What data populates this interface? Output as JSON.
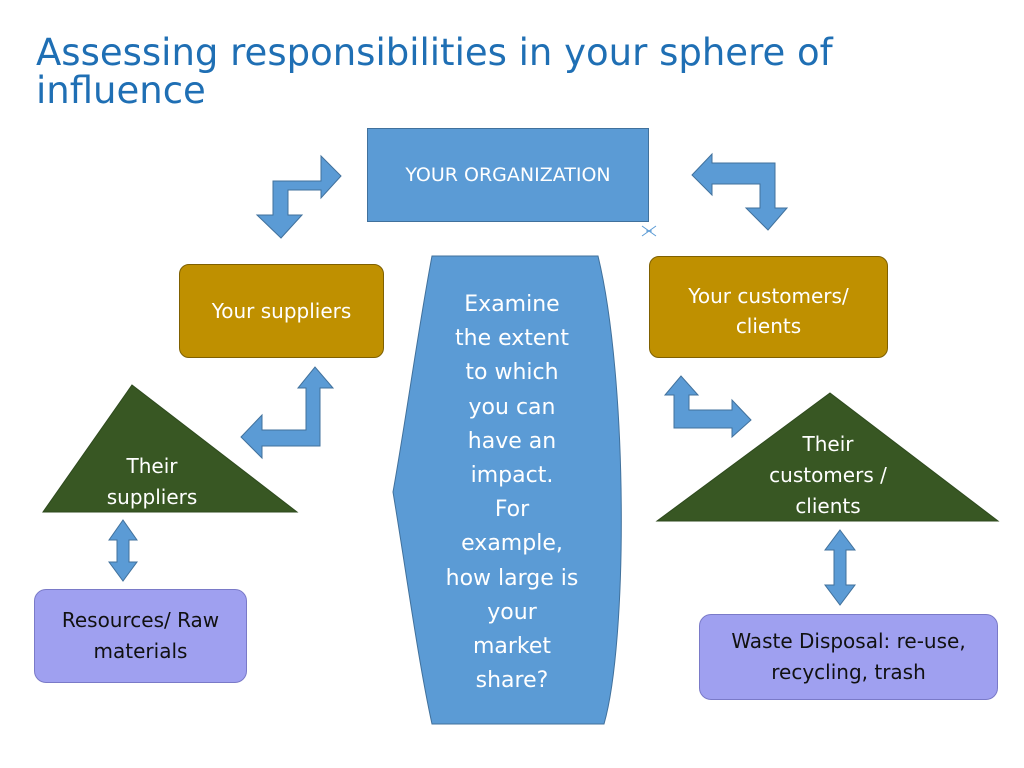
{
  "title": "Assessing responsibilities in your sphere of influence",
  "nodes": {
    "organization": "YOUR ORGANIZATION",
    "your_suppliers": "Your suppliers",
    "your_customers_line1": "Your customers/",
    "your_customers_line2": "clients",
    "their_suppliers_line1": "Their",
    "their_suppliers_line2": "suppliers",
    "their_customers_line1": "Their",
    "their_customers_line2": "customers /",
    "their_customers_line3": "clients",
    "resources_line1": "Resources/ Raw",
    "resources_line2": "materials",
    "waste_line1": "Waste Disposal:  re-use,",
    "waste_line2": "recycling, trash"
  },
  "center_callout_lines": [
    "Examine",
    "the extent",
    "to which",
    "you can",
    "have an",
    "impact.",
    "For",
    "example,",
    "how large is",
    "your",
    "market",
    "share?"
  ],
  "colors": {
    "title": "#1f6fb4",
    "organization_fill": "#5b9bd5",
    "gold_fill": "#bf9000",
    "triangle_fill": "#385723",
    "lavender_fill": "#9fa0f0",
    "arrow_fill": "#5b9bd5"
  }
}
